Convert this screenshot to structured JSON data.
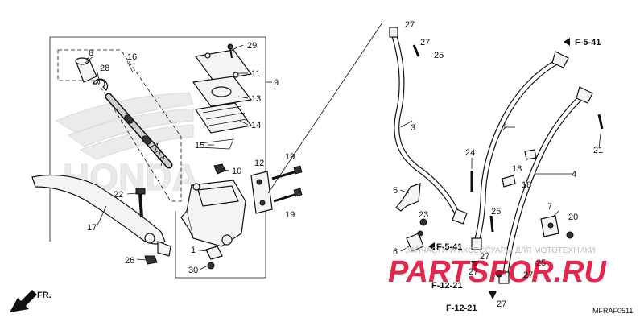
{
  "diagram_code": "MFRAF0511",
  "watermark": {
    "brand": "HONDA"
  },
  "shop_watermark": {
    "site": "PARTSFOR.RU",
    "subtitle": "ЗАПЧАСТИ И АКСЕССУАРЫ ДЛЯ МОТОТЕХНИКИ",
    "color": "#e0002a"
  },
  "front_label": "FR.",
  "callouts": [
    {
      "id": "c1",
      "text": "1"
    },
    {
      "id": "c2",
      "text": "2"
    },
    {
      "id": "c3",
      "text": "3"
    },
    {
      "id": "c4",
      "text": "4"
    },
    {
      "id": "c5",
      "text": "5"
    },
    {
      "id": "c6",
      "text": "6"
    },
    {
      "id": "c7",
      "text": "7"
    },
    {
      "id": "c8",
      "text": "8"
    },
    {
      "id": "c9",
      "text": "9"
    },
    {
      "id": "c10",
      "text": "10"
    },
    {
      "id": "c11",
      "text": "11"
    },
    {
      "id": "c12",
      "text": "12"
    },
    {
      "id": "c13",
      "text": "13"
    },
    {
      "id": "c14",
      "text": "14"
    },
    {
      "id": "c15",
      "text": "15"
    },
    {
      "id": "c16",
      "text": "16"
    },
    {
      "id": "c17",
      "text": "17"
    },
    {
      "id": "c18a",
      "text": "18"
    },
    {
      "id": "c18b",
      "text": "18"
    },
    {
      "id": "c19a",
      "text": "19"
    },
    {
      "id": "c19b",
      "text": "19"
    },
    {
      "id": "c20",
      "text": "20"
    },
    {
      "id": "c21",
      "text": "21"
    },
    {
      "id": "c22",
      "text": "22"
    },
    {
      "id": "c23",
      "text": "23"
    },
    {
      "id": "c24",
      "text": "24"
    },
    {
      "id": "c25a",
      "text": "25"
    },
    {
      "id": "c25b",
      "text": "25"
    },
    {
      "id": "c25c",
      "text": "25"
    },
    {
      "id": "c26",
      "text": "26"
    },
    {
      "id": "c27a",
      "text": "27"
    },
    {
      "id": "c27b",
      "text": "27"
    },
    {
      "id": "c27c",
      "text": "27"
    },
    {
      "id": "c27d",
      "text": "27"
    },
    {
      "id": "c27e",
      "text": "27"
    },
    {
      "id": "c27f",
      "text": "27"
    },
    {
      "id": "c28",
      "text": "28"
    },
    {
      "id": "c29",
      "text": "29"
    },
    {
      "id": "c30",
      "text": "30"
    }
  ],
  "references": [
    {
      "id": "r1",
      "text": "F-5-41"
    },
    {
      "id": "r2",
      "text": "F-5-41"
    },
    {
      "id": "r3",
      "text": "F-12-21"
    },
    {
      "id": "r4",
      "text": "F-12-21"
    }
  ]
}
